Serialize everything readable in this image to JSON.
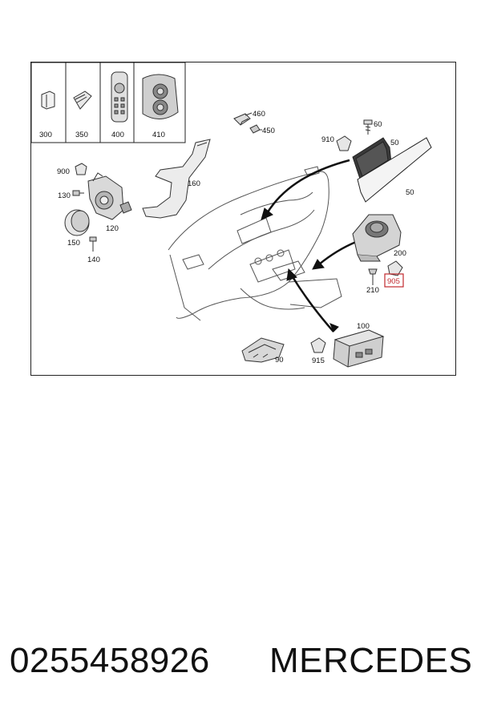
{
  "diagram": {
    "callouts": {
      "c300": "300",
      "c350": "350",
      "c400": "400",
      "c410": "410",
      "c460": "460",
      "c450": "450",
      "c60": "60",
      "c910": "910",
      "c50a": "50",
      "c50b": "50",
      "c900": "900",
      "c130": "130",
      "c120": "120",
      "c150": "150",
      "c140": "140",
      "c160": "160",
      "c200": "200",
      "c210": "210",
      "c905": "905",
      "c100": "100",
      "c90": "90",
      "c915": "915"
    },
    "highlighted_callout": "905",
    "highlight_color": "#c0282d"
  },
  "footer": {
    "part_number": "0255458926",
    "brand": "MERCEDES"
  }
}
